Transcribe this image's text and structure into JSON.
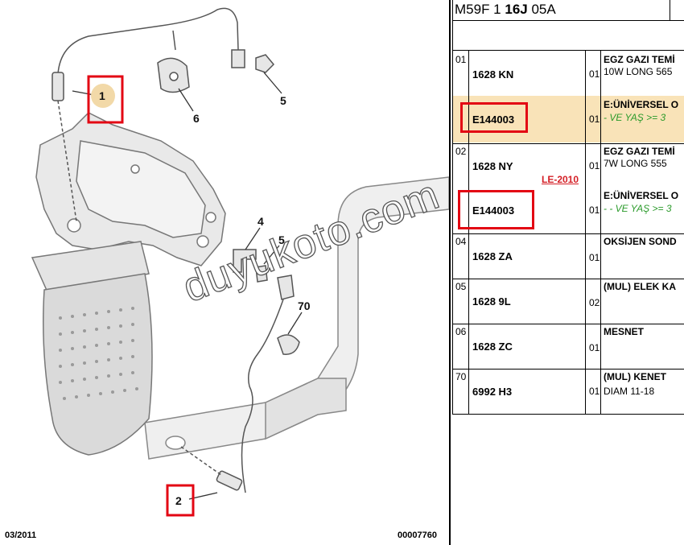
{
  "diagram": {
    "callouts": [
      {
        "id": "1",
        "label": "1"
      },
      {
        "id": "2",
        "label": "2"
      },
      {
        "id": "4",
        "label": "4"
      },
      {
        "id": "5a",
        "label": "5"
      },
      {
        "id": "5b",
        "label": "5"
      },
      {
        "id": "6",
        "label": "6"
      },
      {
        "id": "70",
        "label": "70"
      }
    ],
    "date": "03/2011",
    "doc_number": "00007760",
    "watermark": "duyukoto.com"
  },
  "table": {
    "header": {
      "code_prefix": "M59F 1 ",
      "code_bold": "16J",
      "code_suffix": " 05A"
    },
    "rows": [
      {
        "index": "01",
        "part": "1628 KN",
        "qty": "01",
        "desc": "EGZ GAZI TEMİ",
        "desc2": "10W LONG 565"
      },
      {
        "part": "E144003",
        "qty": "01",
        "desc": "E:ÜNİVERSEL O",
        "cond": "- VE YAŞ >= 3"
      },
      {
        "index": "02",
        "part": "1628 NY",
        "qty": "01",
        "desc": "EGZ GAZI TEMİ",
        "desc2": "7W LONG 555",
        "note": "LE-2010"
      },
      {
        "part": "E144003",
        "qty": "01",
        "desc": "E:ÜNİVERSEL O",
        "cond": "- - VE YAŞ >= 3"
      },
      {
        "index": "04",
        "part": "1628 ZA",
        "qty": "01",
        "desc": "OKSİJEN SOND"
      },
      {
        "index": "05",
        "part": "1628 9L",
        "qty": "02",
        "desc": "(MUL) ELEK KA"
      },
      {
        "index": "06",
        "part": "1628 ZC",
        "qty": "01",
        "desc": "MESNET"
      },
      {
        "index": "70",
        "part": "6992 H3",
        "qty": "01",
        "desc": "(MUL) KENET",
        "desc2": "DIAM 11-18"
      }
    ]
  },
  "colors": {
    "highlight": "#f9e3b8",
    "callout_box": "#e30613",
    "condition": "#2a9a2a",
    "note": "#d41f26"
  }
}
